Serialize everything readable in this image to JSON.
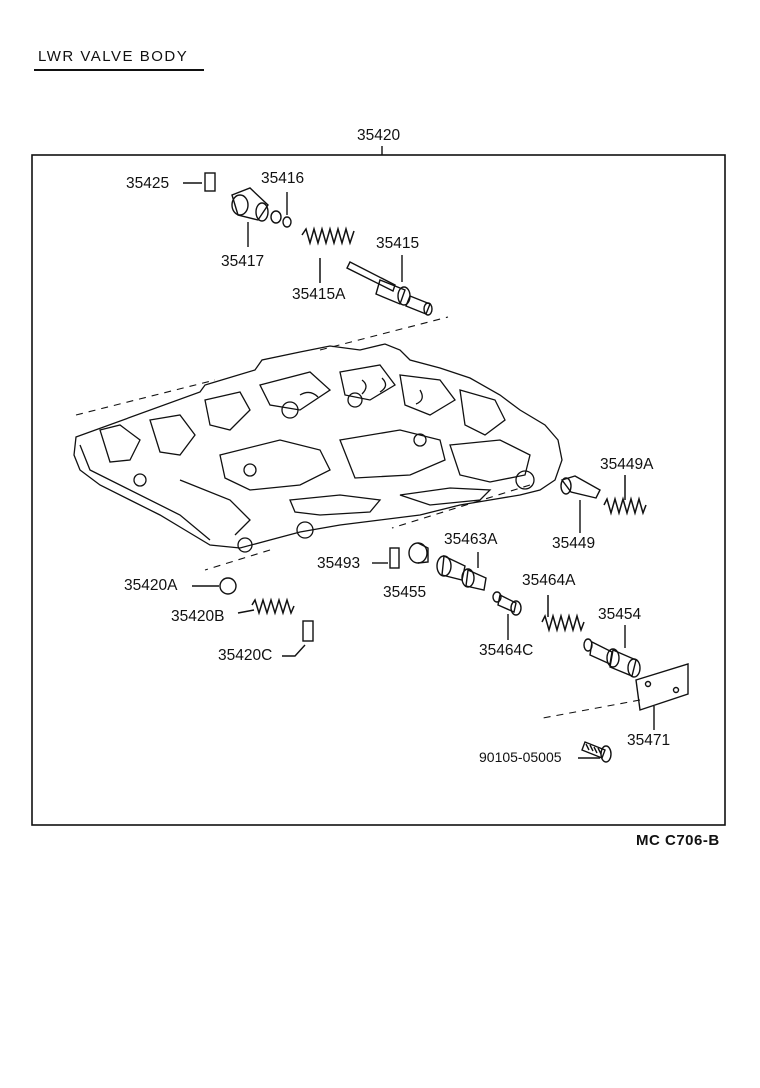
{
  "title": "LWR  VALVE  BODY",
  "footer_code": "MC  C706-B",
  "assembly_label": "35420",
  "parts": {
    "p35425": "35425",
    "p35416": "35416",
    "p35417": "35417",
    "p35415": "35415",
    "p35415A": "35415A",
    "p35449A": "35449A",
    "p35449": "35449",
    "p35463A": "35463A",
    "p35493": "35493",
    "p35455": "35455",
    "p35420A": "35420A",
    "p35464A": "35464A",
    "p35420B": "35420B",
    "p35454": "35454",
    "p35420C": "35420C",
    "p35464C": "35464C",
    "p35471": "35471",
    "p90105": "90105-05005"
  }
}
